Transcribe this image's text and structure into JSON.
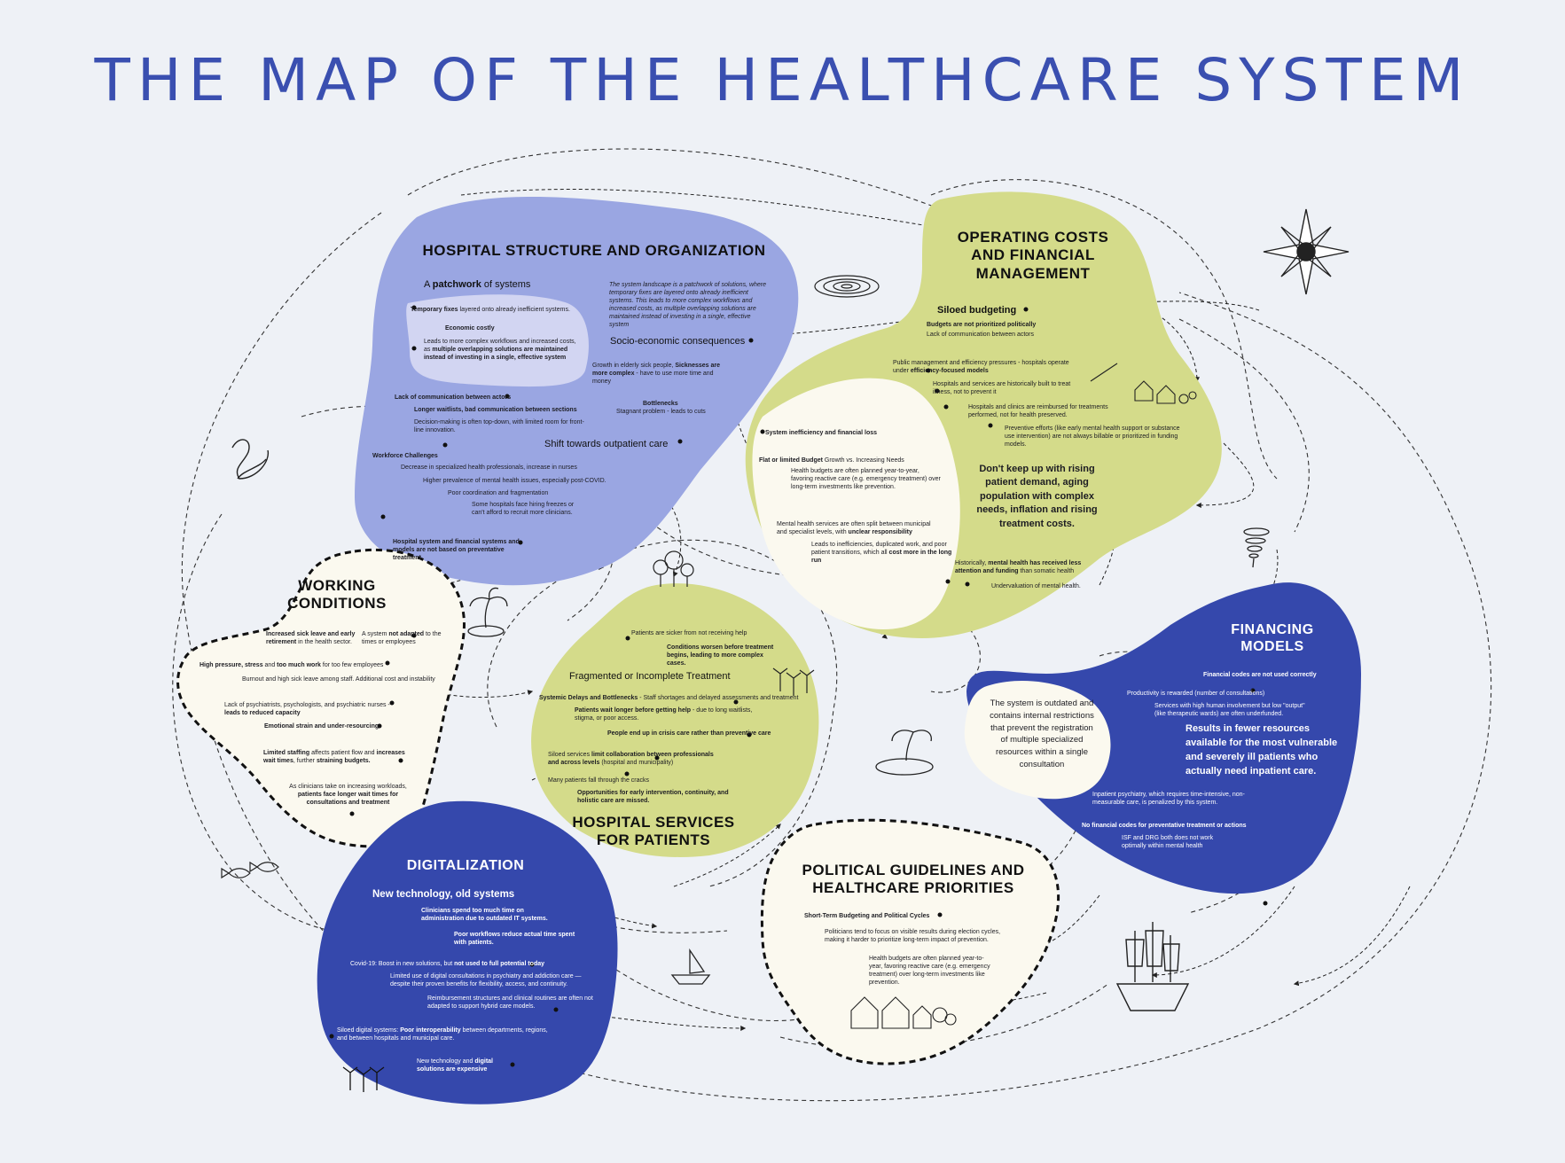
{
  "title": "THE MAP OF THE HEALTHCARE SYSTEM",
  "colors": {
    "title": "#3a4fb0",
    "periwinkle": "#9aa6e2",
    "lime": "#d4db8a",
    "navy": "#3548ac",
    "cream": "#fbf9ef",
    "lavender": "#d2d5f2",
    "background": "#eef1f6"
  },
  "icons": [
    "compass-rose-icon",
    "whirlpool-icon",
    "sea-monster-icon",
    "tornado-icon",
    "palm-island-icon",
    "trees-icon",
    "fish-icon",
    "sailboat-icon",
    "ship-icon",
    "village-icon"
  ],
  "hospital": {
    "title": "HOSPITAL STRUCTURE AND ORGANIZATION",
    "patchwork_pre": "A ",
    "patchwork_bold": "patchwork",
    "patchwork_post": " of systems",
    "temp_fixes_bold": "Temporary fixes",
    "temp_fixes_rest": " layered onto already inefficient systems.",
    "economic": "Economic costly",
    "leads_a": "Leads to more complex workflows and increased costs, as ",
    "leads_b": "multiple overlapping solutions are maintained instead of investing in a single, effective system",
    "landscape": "The system landscape is a patchwork of solutions, where temporary fixes are layered onto already inefficient systems. This leads to more complex workflows and increased costs, as multiple overlapping solutions are maintained instead of investing in a single, effective system",
    "socio": "Socio-economic consequences",
    "growth_a": "Growth in elderly sick people, ",
    "growth_b": "Sicknesses are more complex",
    "growth_c": " - have to use more time and money",
    "bottlenecks_title": "Bottlenecks",
    "bottlenecks_text": "Stagnant problem - leads to cuts",
    "lack_comm": "Lack of communication between actors",
    "longer_wait": "Longer waitlists, bad communication between sections",
    "decision": "Decision-making is often top-down, with limited room for front-line innovation.",
    "shift": "Shift towards outpatient care",
    "workforce": "Workforce Challenges",
    "decrease": "Decrease in specialized health professionals, increase in nurses",
    "higher": "Higher prevalence of mental health issues, especially post-COVID.",
    "poor_coord": "Poor coordination and fragmentation",
    "hiring": "Some hospitals face hiring freezes or can't afford to recruit more clinicians.",
    "not_prev": "Hospital system and financial systems and models are not based on preventative treatment"
  },
  "operating": {
    "title": "OPERATING COSTS AND FINANCIAL MANAGEMENT",
    "siloed": "Siloed budgeting",
    "not_prior": "Budgets are not prioritized politically",
    "lack_comm": "Lack of communication between actors",
    "public_a": "Public management and efficiency pressures - hospitals operate under ",
    "public_b": "efficiency-focused models",
    "historic": "Hospitals and services are historically built to treat illness, not to prevent it",
    "reimbursed": "Hospitals and clinics are reimbursed for treatments performed, not for health preserved.",
    "preventive": "Preventive efforts (like early mental health support or substance use intervention) are not always billable or prioritized in funding models.",
    "sys_ineff": "System inefficiency and financial loss",
    "flat_bold": "Flat or limited Budget",
    "flat_rest": " Growth vs. Increasing Needs",
    "planned": "Health budgets are often planned year-to-year, favoring reactive care (e.g. emergency treatment) over long-term investments like prevention.",
    "split_a": "Mental health services are often split between municipal and specialist levels, with ",
    "split_b": "unclear responsibility",
    "ineff_a": "Leads to inefficiencies, duplicated work, and poor patient transitions, which all ",
    "ineff_b": "cost more in the long run",
    "dont_keep": "Don't keep up with rising patient demand, aging population with complex needs, inflation and rising treatment costs.",
    "hist_a": "Historically, ",
    "hist_b": "mental health has received less attention and funding",
    "hist_c": " than somatic health",
    "underval": "Undervaluation of mental health."
  },
  "working": {
    "title": "WORKING CONDITIONS",
    "sick_bold": "Increased sick leave and early retirement",
    "sick_rest": " in the health sector.",
    "not_adapted_a": "A system ",
    "not_adapted_b": "not adapted",
    "not_adapted_c": " to the times or employees",
    "pressure_a": "High pressure, stress",
    "pressure_b": " and ",
    "pressure_c": "too much work",
    "pressure_d": " for too few employees",
    "burnout": "Burnout and high sick leave among staff. Additional cost and instability",
    "lack_psych_a": "Lack of psychiatrists, psychologists, and psychiatric nurses - ",
    "lack_psych_b": "leads to reduced capacity",
    "emotional": "Emotional strain and under-resourcing.",
    "limited_a": "Limited staffing",
    "limited_b": " affects patient flow and ",
    "limited_c": "increases wait times",
    "limited_d": ", further ",
    "limited_e": "straining budgets.",
    "workloads_a": "As clinicians take on increasing workloads, ",
    "workloads_b": "patients face longer wait times for consultations and treatment"
  },
  "services": {
    "title": "HOSPITAL SERVICES FOR PATIENTS",
    "sicker": "Patients are sicker from not receiving help",
    "worsen": "Conditions worsen before treatment begins, leading to more complex cases.",
    "fragmented": "Fragmented or Incomplete Treatment",
    "delays_a": "Systemic Delays and Bottlenecks",
    "delays_b": " - Staff shortages and delayed assessments and treatment",
    "wait_a": "Patients wait longer before getting help",
    "wait_b": " - due to long waitlists, stigma, or poor access.",
    "crisis": "People end up in crisis care rather than preventive care",
    "siloed_a": "Siloed services ",
    "siloed_b": "limit collaboration between professionals and across levels",
    "siloed_c": " (hospital and municipality)",
    "cracks": "Many patients fall through the cracks",
    "opps": "Opportunities for early intervention, continuity, and holistic care are missed."
  },
  "financing": {
    "title": "FINANCING MODELS",
    "codes": "Financial codes are not used correctly",
    "productivity": "Productivity is rewarded (number of consultations)",
    "services": "Services with high human involvement but low \"output\" (like therapeutic wards) are often underfunded.",
    "results": "Results in fewer resources available for the most vulnerable and severely ill patients who actually need inpatient care.",
    "outdated": "The system is outdated and contains internal restrictions that prevent the registration of multiple specialized resources within a single consultation",
    "inpatient": "Inpatient psychiatry, which requires time-intensive, non-measurable care, is penalized by this system.",
    "no_codes": "No financial codes for preventative treatment or actions",
    "isf": "ISF and DRG both does not work optimally within mental health"
  },
  "digital": {
    "title": "DIGITALIZATION",
    "new_tech": "New technology, old systems",
    "clinicians": "Clinicians spend too much time on administration due to outdated IT systems.",
    "poor_workflows": "Poor workflows reduce actual time spent with patients.",
    "covid_a": "Covid-19: Boost in new solutions, but ",
    "covid_b": "not used to full potential today",
    "limited": "Limited use of digital consultations in psychiatry and addiction care — despite their proven benefits for flexibility, access, and continuity.",
    "reimb": "Reimbursement structures and clinical routines are often not adapted to support hybrid care models.",
    "siloed_a": "Siloed digital systems: ",
    "siloed_b": "Poor interoperability",
    "siloed_c": " between departments, regions, and between hospitals and municipal care.",
    "expensive_a": "New technology and ",
    "expensive_b": "digital solutions are expensive"
  },
  "political": {
    "title": "POLITICAL GUIDELINES AND HEALTHCARE PRIORITIES",
    "short": "Short-Term Budgeting and Political Cycles",
    "visible": "Politicians tend to focus on visible results during election cycles, making it harder to prioritize long-term impact of prevention.",
    "budgets": "Health budgets are often planned year-to-year, favoring reactive care (e.g. emergency treatment) over long-term investments like prevention."
  }
}
